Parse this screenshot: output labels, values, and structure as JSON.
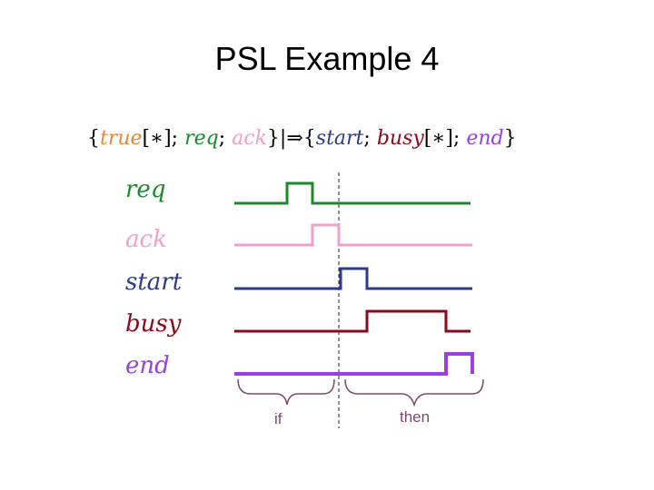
{
  "title": "PSL Example 4",
  "formula": {
    "open_brace": "{",
    "t_true": "true",
    "t_star1": "[∗]",
    "sep1": ";",
    "t_req": "req",
    "sep2": ";",
    "t_ack": "ack",
    "close_brace1": "}",
    "implies": "|⇒",
    "open_brace2": "{",
    "t_start": "start",
    "sep3": ";",
    "t_busy": "busy",
    "t_star2": "[∗]",
    "sep4": ";",
    "t_end": "end",
    "close_brace2": "}"
  },
  "colors": {
    "true": "#e6873a",
    "req": "#1a8a2a",
    "ack": "#f0a0c8",
    "start": "#2e3a8a",
    "busy": "#8a0a1a",
    "end": "#9a40e0",
    "brace": "#7a4a6a"
  },
  "signals": [
    {
      "name": "req",
      "color": "#1a8a2a"
    },
    {
      "name": "ack",
      "color": "#f0a0c8"
    },
    {
      "name": "start",
      "color": "#2e3a8a"
    },
    {
      "name": "busy",
      "color": "#8a0a1a"
    },
    {
      "name": "end",
      "color": "#9a40e0"
    }
  ],
  "braces": {
    "if_label": "if",
    "then_label": "then"
  }
}
